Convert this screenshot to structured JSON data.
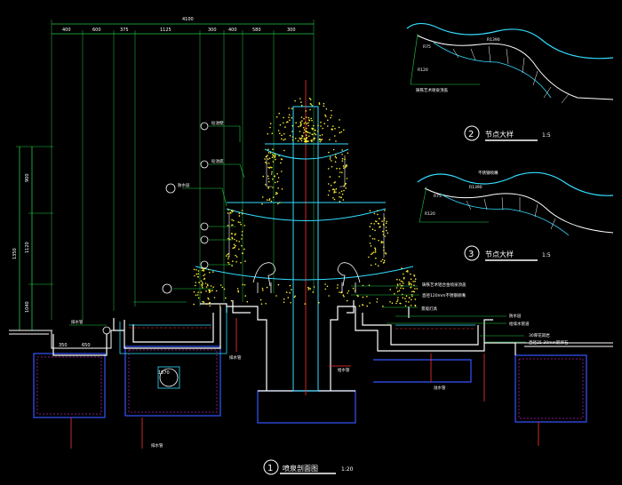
{
  "main_section": {
    "number": "1",
    "title": "喷泉剖面图",
    "scale": "1:20",
    "overall_dimension": "4100",
    "top_dimensions": [
      "400",
      "600",
      "375",
      "1125",
      "300",
      "400",
      "580",
      "300"
    ],
    "left_dimensions": [
      "900",
      "1120",
      "1040",
      "1350"
    ],
    "base_dimensions": [
      "350",
      "650",
      "1570"
    ],
    "left_labels": [
      "砼池壁",
      "砼池底",
      "防水层",
      "排水管"
    ],
    "right_labels": [
      "铸铁艺术铝合金喷泉顶盖",
      "直径120mm不锈钢喷嘴",
      "景观灯具",
      "防水层",
      "给排水管道",
      "30厚花岗岩",
      "直径25-30mm鹅卵石"
    ],
    "pipe_labels": [
      "排水管",
      "给水管",
      "溢水管",
      "排水管"
    ]
  },
  "detail_2": {
    "number": "2",
    "title": "节点大样",
    "scale": "1:5",
    "dims": [
      "R75",
      "R1390",
      "R120"
    ],
    "label": "铸铁艺术喷泉顶盖"
  },
  "detail_3": {
    "number": "3",
    "title": "节点大样",
    "scale": "1:5",
    "dims": [
      "R75",
      "R1390",
      "R120"
    ],
    "label": "不锈钢喷嘴"
  },
  "colors": {
    "background": "#000000",
    "green": "#22cc44",
    "cyan": "#33ddff",
    "white": "#ffffff",
    "red": "#ff3333",
    "yellow": "#ffee33",
    "blue": "#3355ff",
    "magenta": "#ff33ff"
  }
}
